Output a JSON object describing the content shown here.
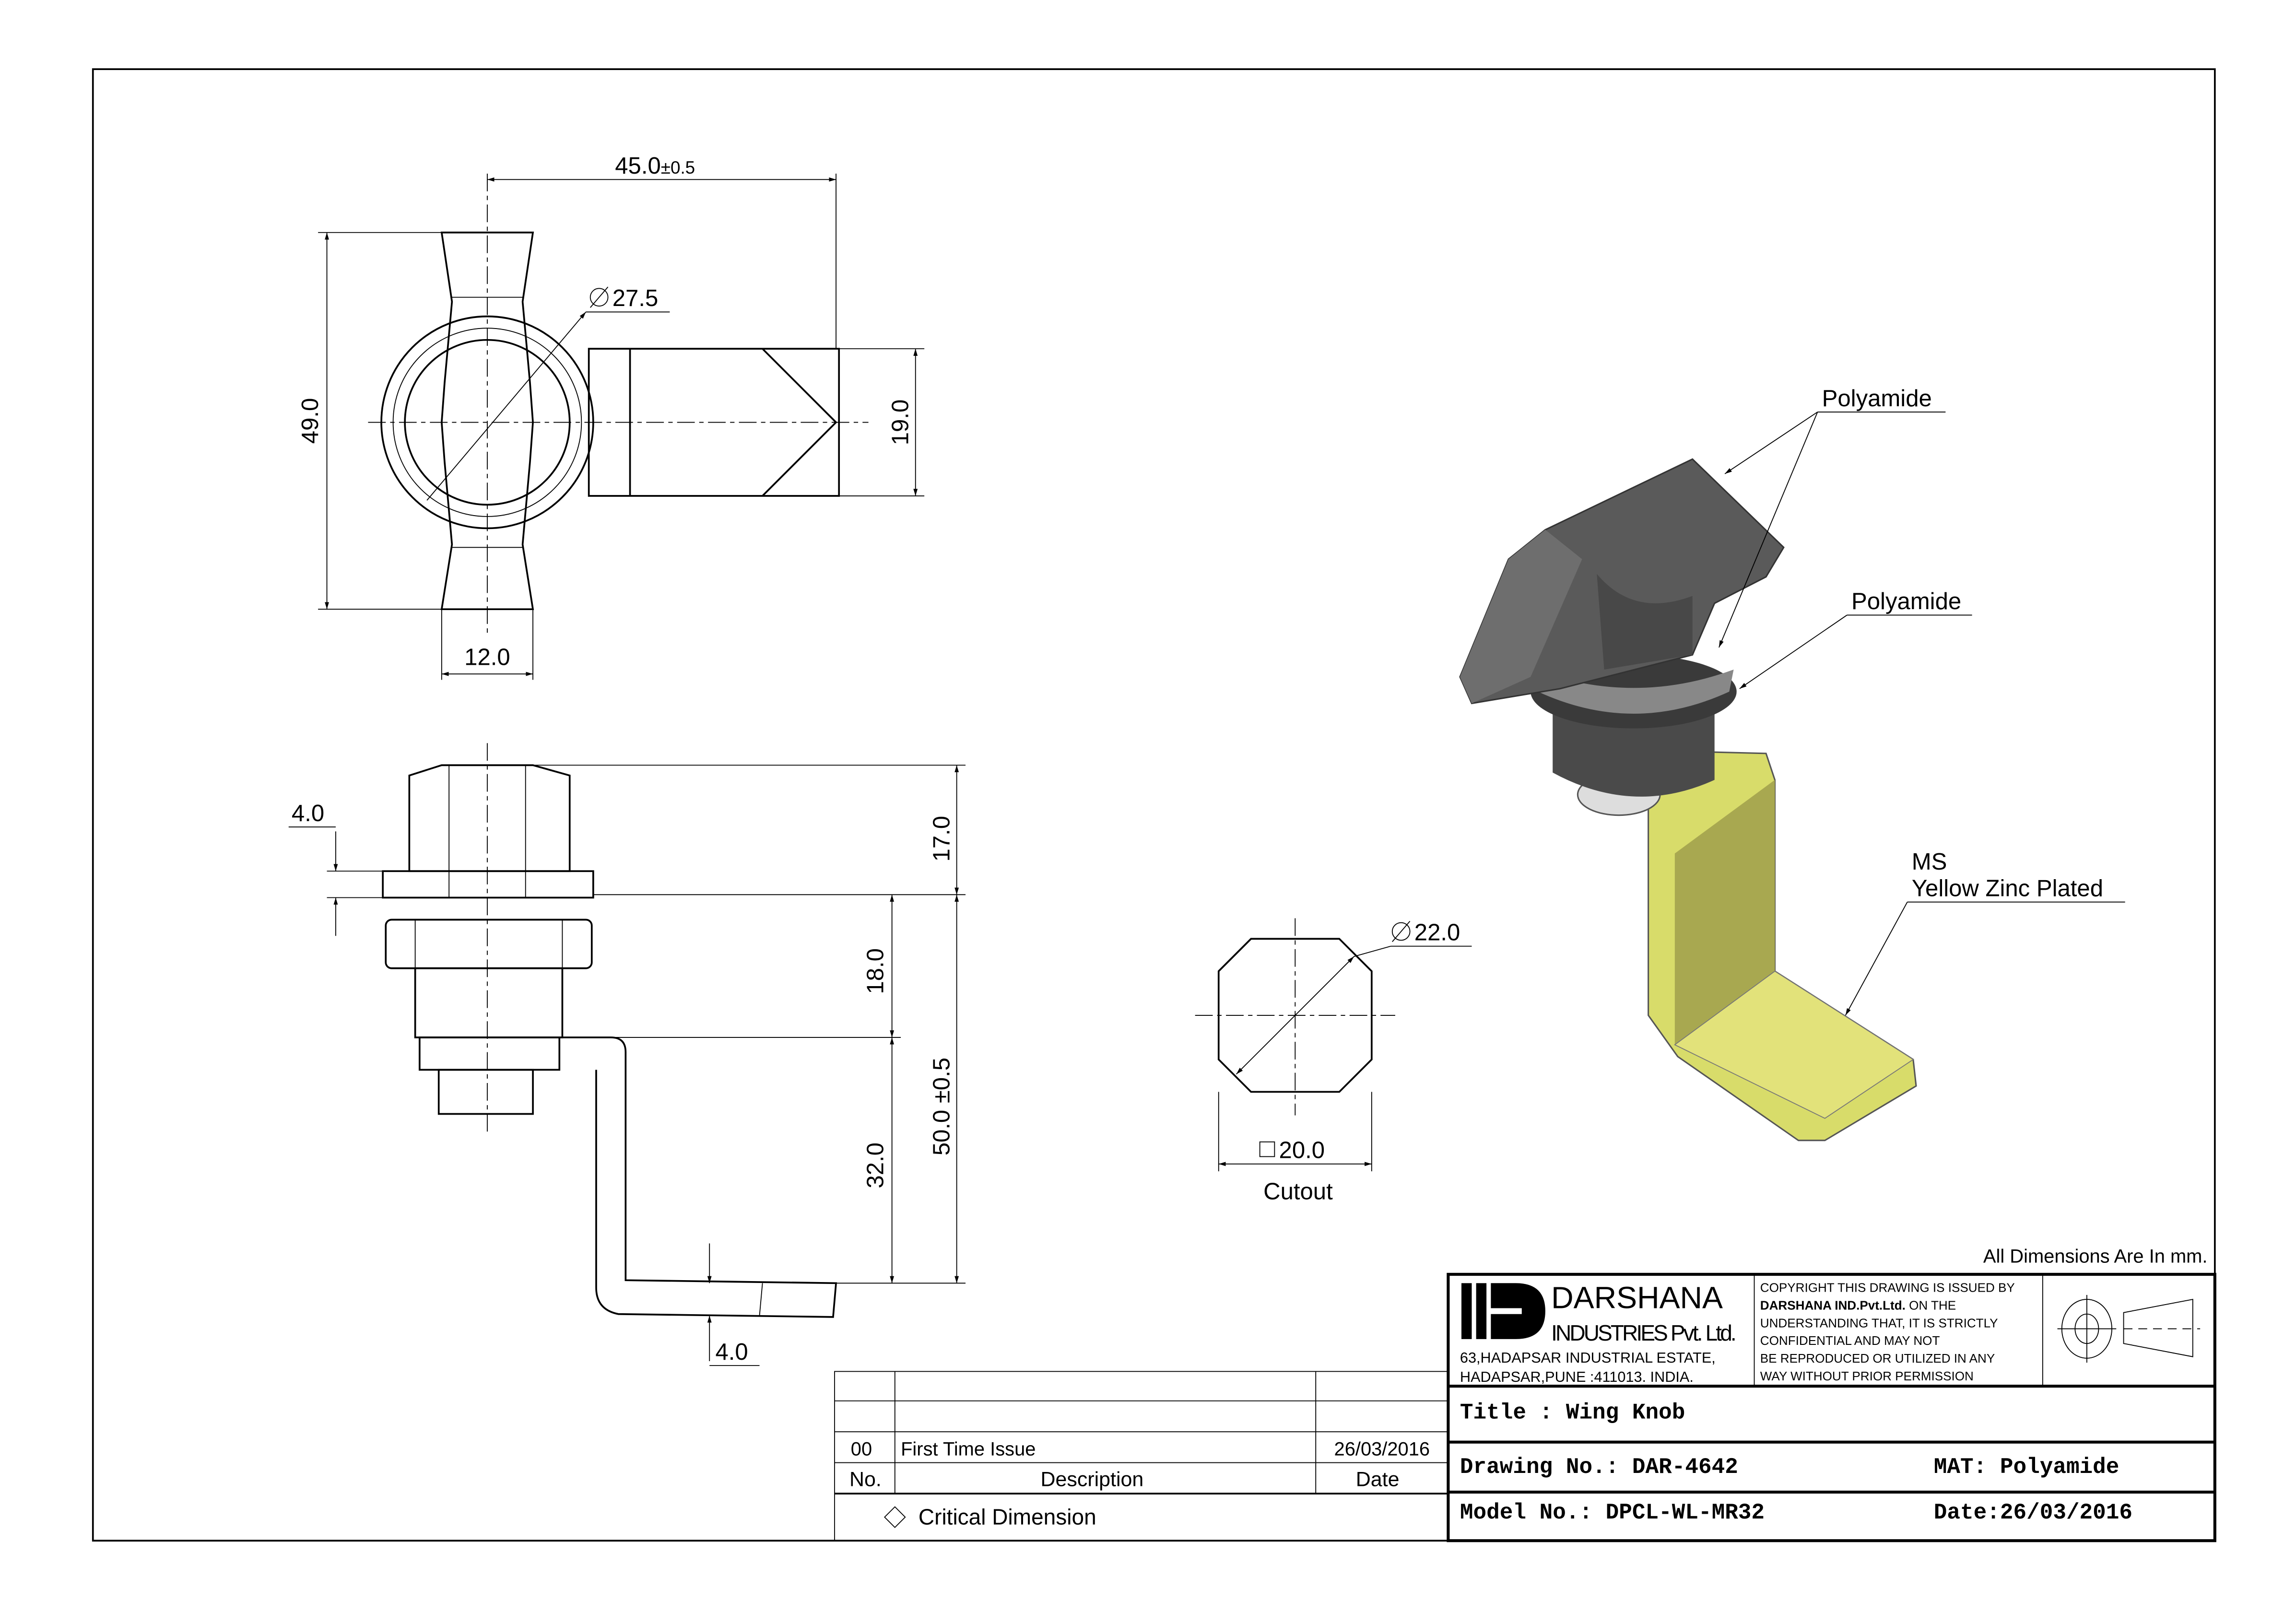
{
  "drawing": {
    "top_view": {
      "width_dim": "45.0",
      "width_tol": "±0.5",
      "dia_dim": "27.5",
      "height_dim": "49.0",
      "cam_dim": "19.0",
      "wing_dim": "12.0"
    },
    "side_view": {
      "flange_dim": "4.0",
      "knob_dim": "17.0",
      "body_dim": "18.0",
      "arm_dim": "32.0",
      "total_dim": "50.0 ±0.5",
      "cam_thk_dim": "4.0"
    },
    "cutout": {
      "dia_dim": "22.0",
      "square_dim": "20.0",
      "label": "Cutout"
    },
    "callouts": {
      "knob": "Polyamide",
      "washer": "Polyamide",
      "cam_line1": "MS",
      "cam_line2": "Yellow Zinc Plated"
    },
    "units_note": "All Dimensions Are In mm."
  },
  "company": {
    "name": "DARSHANA",
    "subname": "INDUSTRIES Pvt. Ltd.",
    "address1": "63,HADAPSAR INDUSTRIAL ESTATE,",
    "address2": "HADAPSAR,PUNE :411013. INDIA.",
    "copyright": [
      "COPYRIGHT THIS DRAWING IS ISSUED BY",
      "DARSHANA IND.Pvt.Ltd.",
      "ON THE",
      "UNDERSTANDING THAT, IT IS STRICTLY",
      "CONFIDENTIAL AND MAY NOT",
      "BE REPRODUCED OR UTILIZED IN ANY",
      "WAY WITHOUT PRIOR PERMISSION"
    ]
  },
  "title_block": {
    "title": "Title : Wing Knob",
    "drawing_no": "Drawing No.: DAR-4642",
    "mat": "MAT: Polyamide",
    "model_no": "Model No.: DPCL-WL-MR32",
    "date": "Date:26/03/2016"
  },
  "revisions": {
    "headers": {
      "no": "No.",
      "description": "Description",
      "date": "Date"
    },
    "rows": [
      {
        "no": "00",
        "description": "First Time Issue",
        "date": "26/03/2016"
      }
    ],
    "critical": "Critical Dimension"
  },
  "colors": {
    "knob": "#5a5a5a",
    "cam": "#d8dc6a"
  }
}
